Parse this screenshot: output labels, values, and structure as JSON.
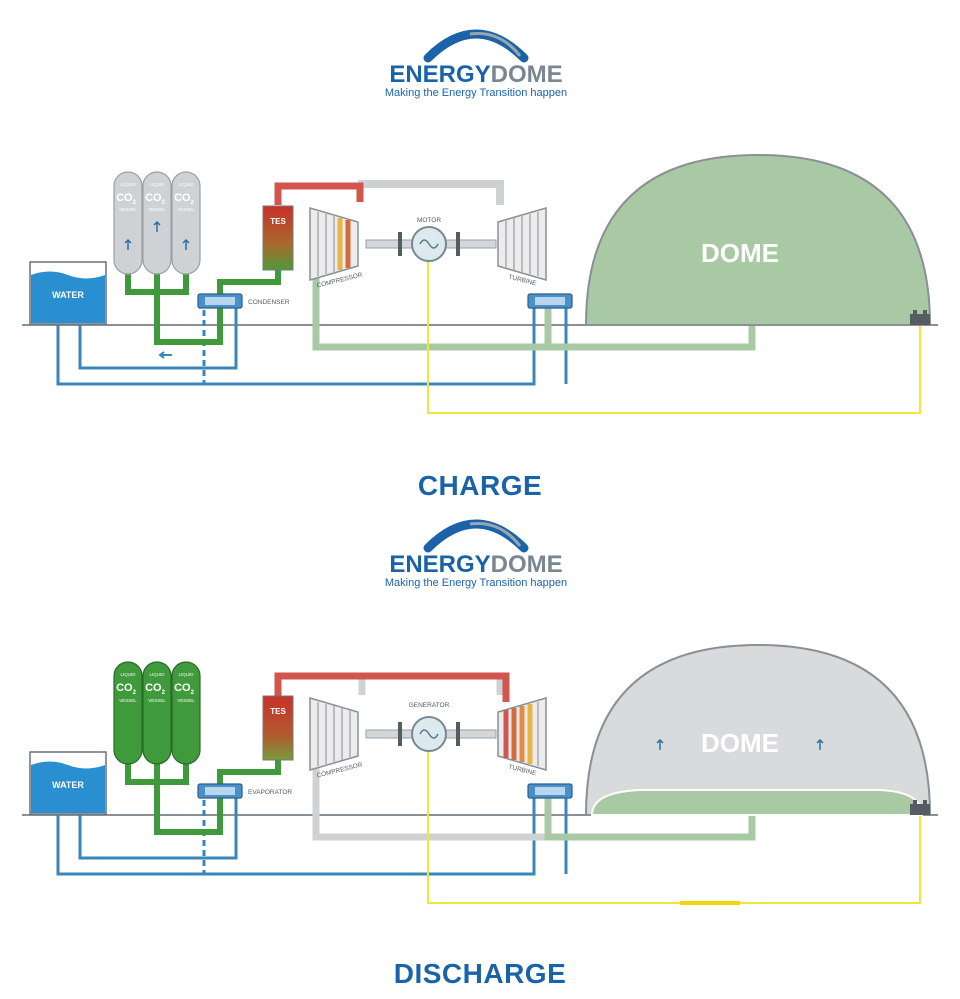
{
  "brand": {
    "name_part1": "ENERGY",
    "name_part2": "DOME",
    "tagline": "Making the Energy Transition happen"
  },
  "colors": {
    "brand_blue": "#1a63a8",
    "brand_grey": "#7a8792",
    "water": "#2a8fd0",
    "pipe_blue": "#3a86b8",
    "co2_green": "#3e9a3a",
    "dome_green": "#a9c9a4",
    "dome_grey": "#d9dadb",
    "hot_red": "#d2564d",
    "electric_yellow": "#f2e53a",
    "pipe_grey": "#cfd2d4"
  },
  "charge": {
    "title": "CHARGE",
    "water_label": "WATER",
    "vessel_line1": "LIQUID",
    "vessel_co2": "CO",
    "vessel_sub": "2",
    "vessel_line3": "VESSEL",
    "tes_label": "TES",
    "hx_label": "CONDENSER",
    "compressor_label": "COMPRESSOR",
    "machine_label": "MOTOR",
    "turbine_label": "TURBINE",
    "dome_label": "DOME"
  },
  "discharge": {
    "title": "DISCHARGE",
    "water_label": "WATER",
    "vessel_line1": "LIQUID",
    "vessel_co2": "CO",
    "vessel_sub": "2",
    "vessel_line3": "VESSEL",
    "tes_label": "TES",
    "hx_label": "EVAPORATOR",
    "compressor_label": "COMPRESSOR",
    "machine_label": "GENERATOR",
    "turbine_label": "TURBINE",
    "dome_label": "DOME"
  }
}
